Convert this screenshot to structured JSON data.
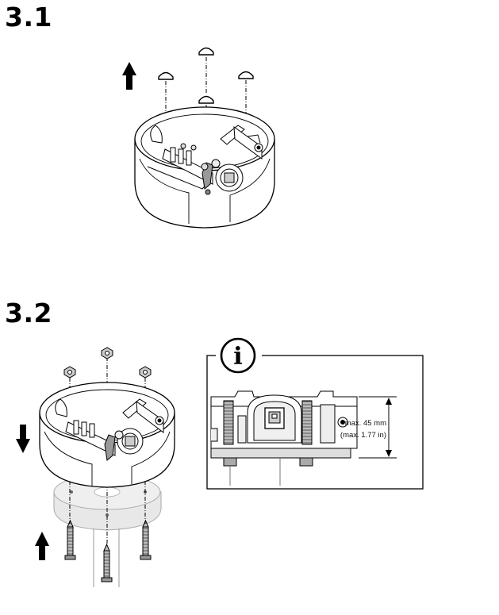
{
  "steps": [
    {
      "number": "3.1"
    },
    {
      "number": "3.2"
    }
  ],
  "info_box": {
    "icon_letter": "i",
    "dimension_line1": "max. 45 mm",
    "dimension_line2": "(max. 1.77 in)"
  },
  "icons": {
    "step1_arrow": "arrow-up-icon",
    "step2_arrow_down": "arrow-down-icon",
    "step2_arrow_up": "arrow-up-icon",
    "info": "info-icon"
  }
}
